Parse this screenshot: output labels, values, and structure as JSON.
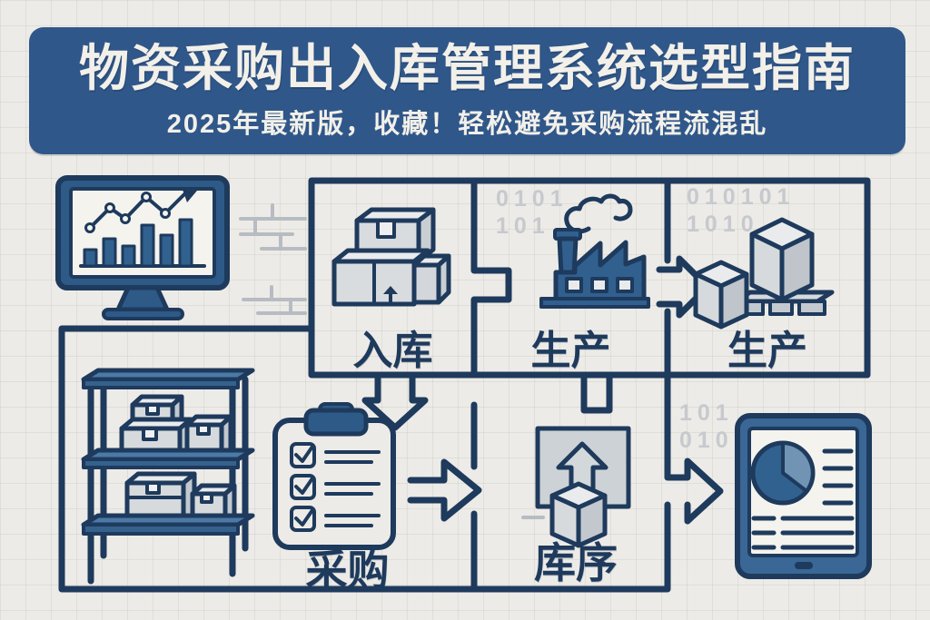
{
  "header": {
    "title": "物资采购出入库管理系统选型指南",
    "subtitle": "2025年最新版，收藏！轻松避免采购流程流混乱"
  },
  "flow_labels": {
    "inbound": "入库",
    "production_top": "生产",
    "production_right": "生产",
    "procurement": "采购",
    "warehouse": "库序"
  },
  "binary_overlays": {
    "production_top": "0101\n101",
    "production_right": "010101\n1010",
    "report": "101\n010"
  },
  "icons": {
    "monitor": "monitor-chart-icon",
    "bricks": "bricks-icon",
    "inbound": "stacked-boxes-icon",
    "production_top": "factory-icon",
    "production_right": "pallet-boxes-icon",
    "storage": "shelf-rack-icon",
    "procurement": "checklist-clipboard-icon",
    "warehouse": "outbound-box-icon",
    "report": "tablet-report-icon"
  },
  "colors": {
    "header_bg": "#30578a",
    "line": "#1e3a5c",
    "accent_blue": "#2e5a88",
    "shelf_blue": "#4c79a6",
    "panel_gray": "#cdd2d6",
    "binary_gray": "#c6c9ce",
    "background": "#edebe7",
    "text_light": "#f2f0e9"
  }
}
